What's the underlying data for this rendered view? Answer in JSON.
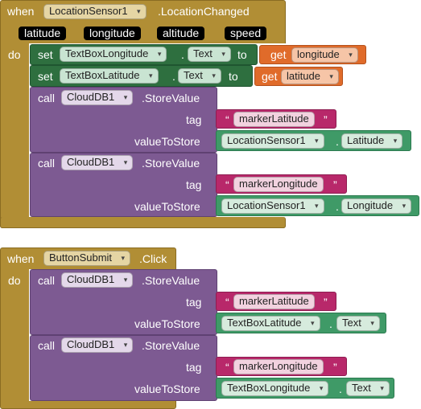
{
  "block1": {
    "when": "when",
    "component": "LocationSensor1",
    "event": ".LocationChanged",
    "params": [
      "latitude",
      "longitude",
      "altitude",
      "speed"
    ],
    "do": "do",
    "set1": {
      "set": "set",
      "component": "TextBoxLongitude",
      "prop": "Text",
      "to": "to",
      "get": "get",
      "var": "longitude"
    },
    "set2": {
      "set": "set",
      "component": "TextBoxLatitude",
      "prop": "Text",
      "to": "to",
      "get": "get",
      "var": "latitude"
    },
    "call1": {
      "call": "call",
      "component": "CloudDB1",
      "method": ".StoreValue",
      "tag_label": "tag",
      "tag_value": "markerLatitude",
      "value_label": "valueToStore",
      "value_component": "LocationSensor1",
      "value_prop": "Latitude"
    },
    "call2": {
      "call": "call",
      "component": "CloudDB1",
      "method": ".StoreValue",
      "tag_label": "tag",
      "tag_value": "markerLongitude",
      "value_label": "valueToStore",
      "value_component": "LocationSensor1",
      "value_prop": "Longitude"
    }
  },
  "block2": {
    "when": "when",
    "component": "ButtonSubmit",
    "event": ".Click",
    "do": "do",
    "call1": {
      "call": "call",
      "component": "CloudDB1",
      "method": ".StoreValue",
      "tag_label": "tag",
      "tag_value": "markerLatitude",
      "value_label": "valueToStore",
      "value_component": "TextBoxLatitude",
      "value_prop": "Text"
    },
    "call2": {
      "call": "call",
      "component": "CloudDB1",
      "method": ".StoreValue",
      "tag_label": "tag",
      "tag_value": "markerLongitude",
      "value_label": "valueToStore",
      "value_component": "TextBoxLongitude",
      "value_prop": "Text"
    }
  },
  "quote_open": "“",
  "quote_close": "”",
  "caret": "▾",
  "dot": "."
}
